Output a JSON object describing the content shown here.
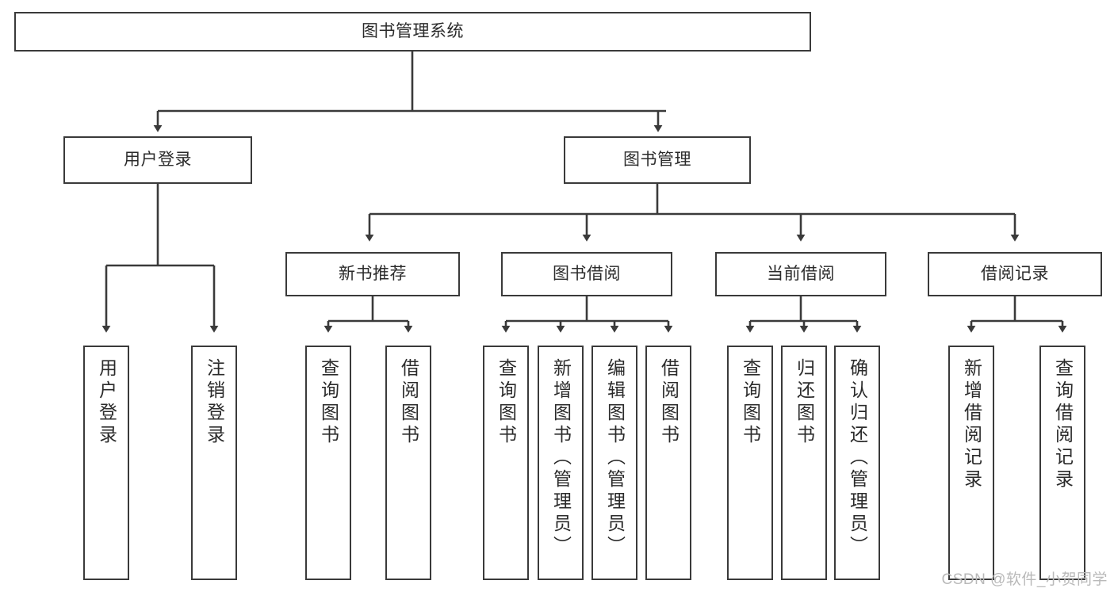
{
  "diagram": {
    "type": "tree-hierarchy-chart",
    "title": "图书管理系统",
    "stroke_color": "#3a3a3a",
    "background_color": "#ffffff",
    "text_color": "#2b2b2b",
    "watermark": "CSDN @软件_小贺同学",
    "nodes": {
      "root": {
        "label": "图书管理系统",
        "level": 0
      },
      "l1_0": {
        "label": "用户登录",
        "level": 1
      },
      "l1_1": {
        "label": "图书管理",
        "level": 1
      },
      "l2_0": {
        "label": "新书推荐",
        "level": 2
      },
      "l2_1": {
        "label": "图书借阅",
        "level": 2
      },
      "l2_2": {
        "label": "当前借阅",
        "level": 2
      },
      "l2_3": {
        "label": "借阅记录",
        "level": 2
      },
      "leaf_0": {
        "label": "用户登录",
        "level": 3,
        "parent": "用户登录"
      },
      "leaf_1": {
        "label": "注销登录",
        "level": 3,
        "parent": "用户登录"
      },
      "leaf_2": {
        "label": "查询图书",
        "level": 3,
        "parent": "新书推荐"
      },
      "leaf_3": {
        "label": "借阅图书",
        "level": 3,
        "parent": "新书推荐"
      },
      "leaf_4": {
        "label": "查询图书",
        "level": 3,
        "parent": "图书借阅"
      },
      "leaf_5": {
        "label": "新增图书（管理员）",
        "level": 3,
        "parent": "图书借阅"
      },
      "leaf_6": {
        "label": "编辑图书（管理员）",
        "level": 3,
        "parent": "图书借阅"
      },
      "leaf_7": {
        "label": "借阅图书",
        "level": 3,
        "parent": "图书借阅"
      },
      "leaf_8": {
        "label": "查询图书",
        "level": 3,
        "parent": "当前借阅"
      },
      "leaf_9": {
        "label": "归还图书",
        "level": 3,
        "parent": "当前借阅"
      },
      "leaf_10": {
        "label": "确认归还（管理员）",
        "level": 3,
        "parent": "当前借阅"
      },
      "leaf_11": {
        "label": "新增借阅记录",
        "level": 3,
        "parent": "借阅记录"
      },
      "leaf_12": {
        "label": "查询借阅记录",
        "level": 3,
        "parent": "借阅记录"
      }
    }
  }
}
